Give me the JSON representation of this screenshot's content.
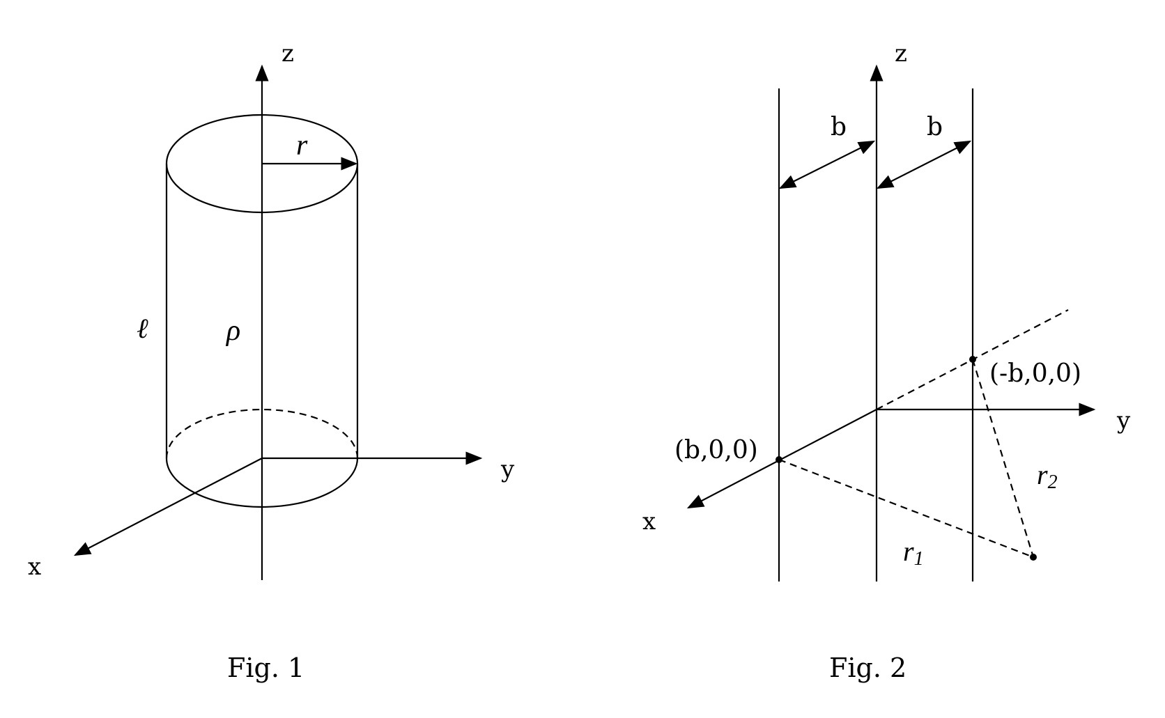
{
  "fig1": {
    "caption": "Fig. 1",
    "axis_z": "z",
    "axis_y": "y",
    "axis_x": "x",
    "radius_label": "r",
    "length_label": "ℓ",
    "density_label": "ρ"
  },
  "fig2": {
    "caption": "Fig. 2",
    "axis_z": "z",
    "axis_y": "y",
    "axis_x": "x",
    "spacing_left": "b",
    "spacing_right": "b",
    "point_pos_b": "(b,0,0)",
    "point_neg_b": "(-b,0,0)",
    "r1_label": "r",
    "r1_sub": "1",
    "r2_label": "r",
    "r2_sub": "2"
  }
}
